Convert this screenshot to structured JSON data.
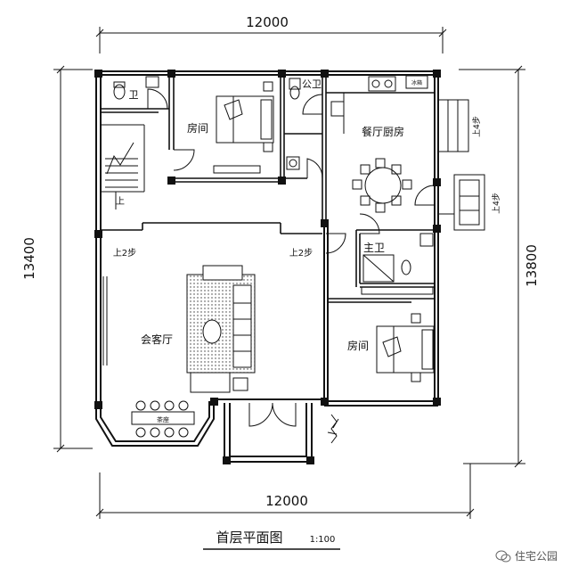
{
  "dimensions": {
    "top": "12000",
    "bottom": "12000",
    "left": "13400",
    "right": "13800"
  },
  "rooms": {
    "wei": "卫",
    "gongwei": "公卫",
    "room_top": "房间",
    "dining_kitchen": "餐厅厨房",
    "zhuwei": "主卫",
    "living": "会客厅",
    "room_bottom": "房间",
    "tea": "茶座",
    "fridge": "冰箱"
  },
  "stair_notes": {
    "up": "上",
    "up2_left": "上2步",
    "up2_right": "上2步",
    "up4_top": "上4步",
    "up4_side": "上4步"
  },
  "title": {
    "main": "首层平面图",
    "scale": "1:100"
  },
  "watermark": "住宅公园"
}
